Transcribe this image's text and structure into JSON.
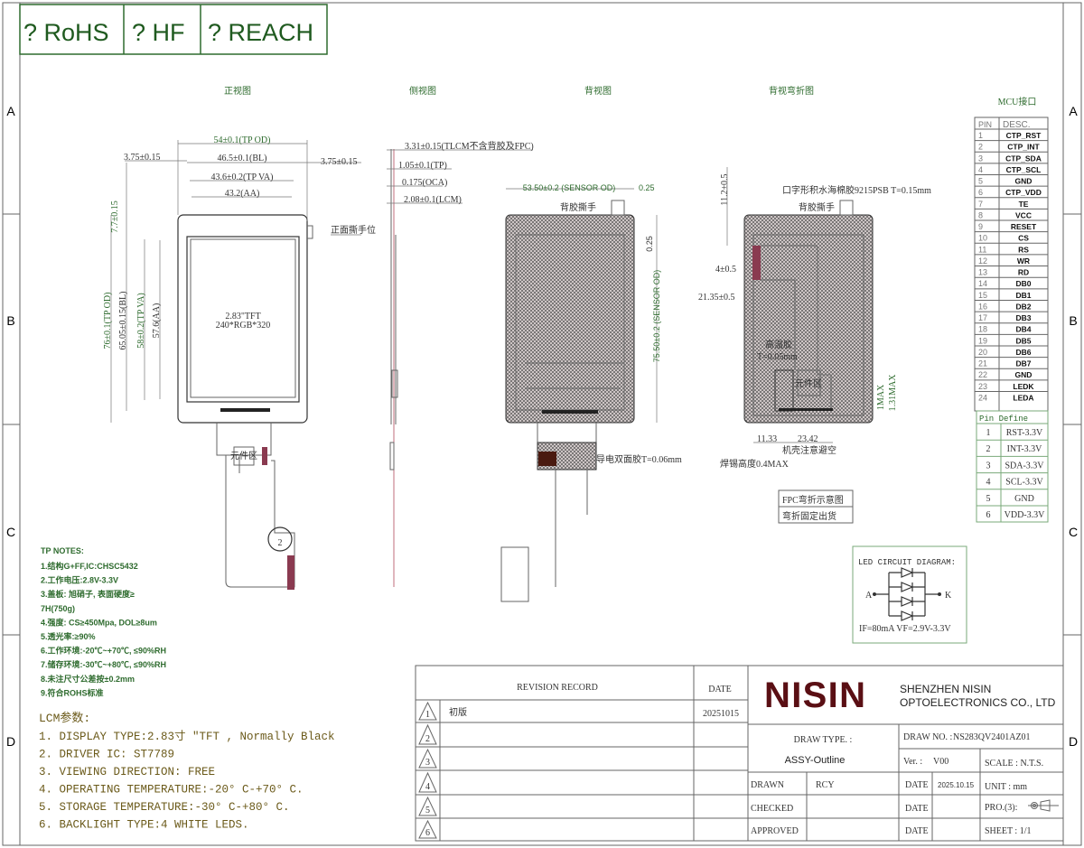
{
  "compliance": [
    "? RoHS",
    "? HF",
    "? REACH"
  ],
  "grid_rows": [
    "A",
    "B",
    "C",
    "D"
  ],
  "views": {
    "front": "正视图",
    "side": "侧视图",
    "back": "背视图",
    "back_bent": "背视弯折图"
  },
  "front": {
    "w_tp_od": "54±0.1(TP OD)",
    "left_margin": "3.75±0.15",
    "w_bl": "46.5±0.1(BL)",
    "right_margin": "3.75±0.15",
    "w_tp_va": "43.6±0.2(TP VA)",
    "w_aa": "43.2(AA)",
    "top_margin": "7.7±0.15",
    "h_tp_od": "76±0.1(TP OD)",
    "h_bl": "65.05±0.15(BL)",
    "h_tp_va": "58±0.2(TP VA)",
    "h_aa": "57.6(AA)",
    "tab_label": "正面撕手位",
    "panel_line1": "2.83\"TFT",
    "panel_line2": "240*RGB*320",
    "component_area": "元件区",
    "callout": "2"
  },
  "side": {
    "total": "3.31±0.15(TLCM不含背胶及FPC)",
    "tp": "1.05±0.1(TP)",
    "oca": "0.175(OCA)",
    "lcm": "2.08±0.1(LCM)"
  },
  "back": {
    "w_sensor": "53.50±0.2 (SENSOR OD)",
    "offset_top": "0.25",
    "tab_label": "背胶撕手",
    "offset_side": "0.25",
    "h_sensor": "75.50±0.2 (SENSOR OD)",
    "conductive_tape": "导电双面胶T=0.06mm"
  },
  "bent": {
    "h_top": "11.2±0.5",
    "foam": "口字形积水海棉胶9215PSB T=0.15mm",
    "tab_label": "背胶撕手",
    "d1": "4±0.5",
    "d2": "21.35±0.5",
    "ht_tape": "高温胶",
    "ht_tape_t": "T=0.05mm",
    "component_area": "元件区",
    "max1": "1MAX",
    "max2": "1.31MAX",
    "w1": "11.33",
    "w2": "23.42",
    "housing_note": "机壳注意避空",
    "solder": "焊锡高度0.4MAX",
    "box_line1": "FPC弯折示意图",
    "box_line2": "弯折固定出货"
  },
  "mcu": {
    "title": "MCU接口",
    "headers": [
      "PIN",
      "DESC."
    ],
    "pins": [
      "CTP_RST",
      "CTP_INT",
      "CTP_SDA",
      "CTP_SCL",
      "GND",
      "CTP_VDD",
      "TE",
      "VCC",
      "RESET",
      "CS",
      "RS",
      "WR",
      "RD",
      "DB0",
      "DB1",
      "DB2",
      "DB3",
      "DB4",
      "DB5",
      "DB6",
      "DB7",
      "GND",
      "LEDK",
      "LEDA"
    ]
  },
  "pin_define": {
    "title": "Pin Define",
    "rows": [
      {
        "no": "1",
        "desc": "RST-3.3V"
      },
      {
        "no": "2",
        "desc": "INT-3.3V"
      },
      {
        "no": "3",
        "desc": "SDA-3.3V"
      },
      {
        "no": "4",
        "desc": "SCL-3.3V"
      },
      {
        "no": "5",
        "desc": "GND"
      },
      {
        "no": "6",
        "desc": "VDD-3.3V"
      }
    ]
  },
  "led": {
    "title": "LED CIRCUIT DIAGRAM:",
    "anode": "A",
    "cathode": "K",
    "spec": "IF=80mA VF=2.9V-3.3V"
  },
  "tp_notes": {
    "title": "TP NOTES:",
    "items": [
      "1.结构G+FF,IC:CHSC5432",
      "2.工作电压:2.8V-3.3V",
      "3.盖板: 旭硝子, 表面硬度≥",
      "7H(750g)",
      "4.强度: CS≥450Mpa, DOL≥8um",
      "5.透光率:≥90%",
      "6.工作环境:-20℃~+70℃, ≤90%RH",
      "7.储存环境:-30℃~+80℃, ≤90%RH",
      "8.未注尺寸公差按±0.2mm",
      "9.符合ROHS标准"
    ]
  },
  "lcm": {
    "title": "LCM参数:",
    "items": [
      "1. DISPLAY TYPE:2.83寸 \"TFT , Normally Black",
      "2. DRIVER IC: ST7789",
      "3. VIEWING DIRECTION: FREE",
      "4. OPERATING TEMPERATURE:-20° C-+70° C.",
      "5. STORAGE TEMPERATURE:-30° C-+80° C.",
      "6. BACKLIGHT TYPE:4 WHITE LEDS."
    ]
  },
  "title_block": {
    "revision_header": "REVISION RECORD",
    "date_header": "DATE",
    "revisions": [
      {
        "no": "1",
        "desc": "初版",
        "date": "20251015"
      },
      {
        "no": "2",
        "desc": "",
        "date": ""
      },
      {
        "no": "3",
        "desc": "",
        "date": ""
      },
      {
        "no": "4",
        "desc": "",
        "date": ""
      },
      {
        "no": "5",
        "desc": "",
        "date": ""
      },
      {
        "no": "6",
        "desc": "",
        "date": ""
      }
    ],
    "logo": "NISIN",
    "company_line1": "SHENZHEN NISIN",
    "company_line2": "OPTOELECTRONICS CO., LTD",
    "draw_type_label": "DRAW TYPE. :",
    "draw_type": "ASSY-Outline",
    "draw_no_label": "DRAW NO. :",
    "draw_no": "NS283QV2401AZ01",
    "ver_label": "Ver. :",
    "ver": "V00",
    "scale": "SCALE : N.T.S.",
    "drawn_label": "DRAWN",
    "drawn": "RCY",
    "checked_label": "CHECKED",
    "approved_label": "APPROVED",
    "date_label": "DATE",
    "drawn_date": "2025.10.15",
    "unit": "UNIT : mm",
    "projection": "PRO.(3):",
    "sheet": "SHEET :  1/1"
  },
  "colors": {
    "green": "#2e6b2e",
    "logo": "#5a0f14",
    "line": "#666666"
  }
}
